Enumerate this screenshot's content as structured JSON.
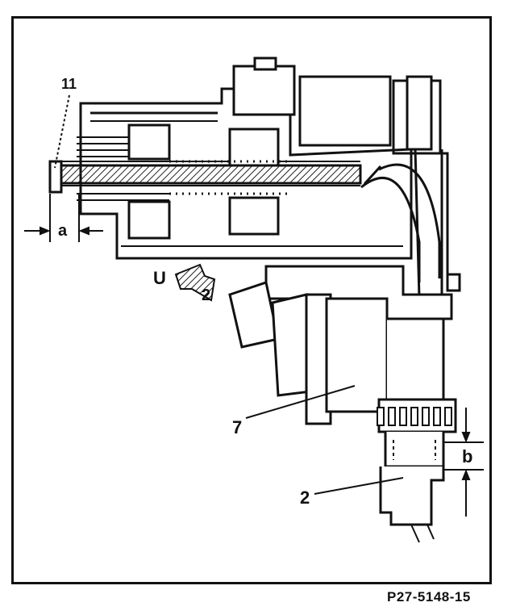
{
  "figure": {
    "figure_id": "P27-5148-15",
    "callouts": {
      "part_11": "11",
      "dim_a": "a",
      "view_u": "U",
      "arrow_2": "2",
      "part_7": "7",
      "dim_b": "b",
      "part_2": "2"
    }
  },
  "colors": {
    "ink": "#111111",
    "paper": "#ffffff",
    "hatch": "#333333"
  }
}
